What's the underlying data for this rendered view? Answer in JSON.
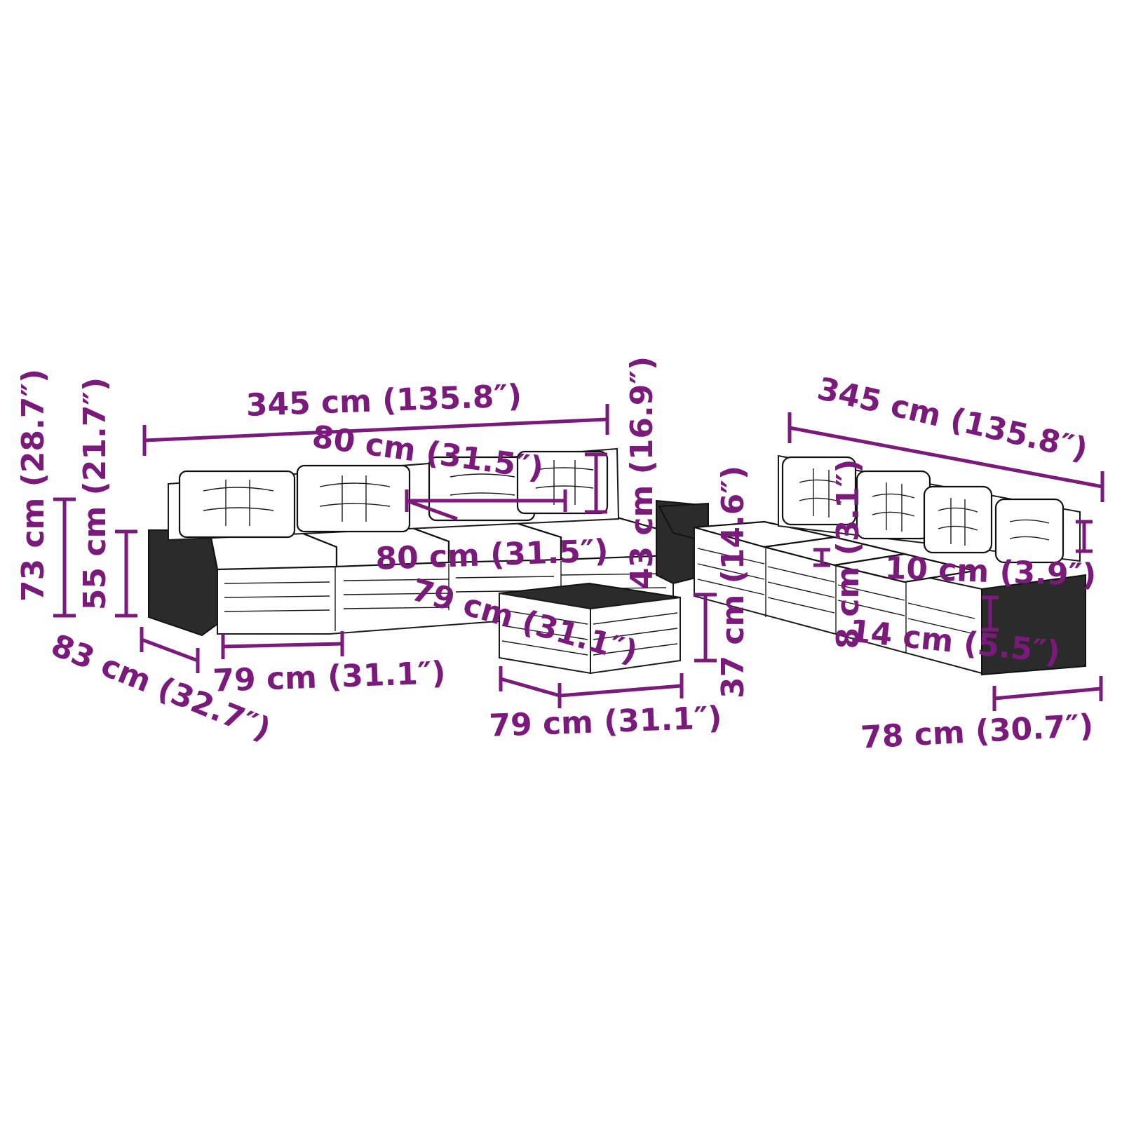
{
  "colors": {
    "dimension": "#7a1a7a",
    "outline": "#1a1a1a",
    "rattan": "#2b2b2b",
    "background": "#ffffff"
  },
  "dimensions": {
    "left_total_width": "345 cm (135.8″)",
    "right_total_width": "345 cm (135.8″)",
    "backrest_width": "80 cm (31.5″)",
    "backrest_height": "43 cm (16.9″)",
    "seat_width": "80 cm (31.5″)",
    "total_height": "73 cm (28.7″)",
    "seat_height": "55 cm (21.7″)",
    "depth": "83 cm (32.7″)",
    "module_width": "79 cm (31.1″)",
    "table_depth": "79 cm (31.1″)",
    "table_width": "79 cm (31.1″)",
    "table_height": "37 cm (14.6″)",
    "cushion_thickness": "8 cm (3.1″)",
    "back_cushion_thickness": "10 cm (3.9″)",
    "seat_cushion_thickness": "14 cm (5.5″)",
    "corner_depth": "78 cm (30.7″)"
  }
}
